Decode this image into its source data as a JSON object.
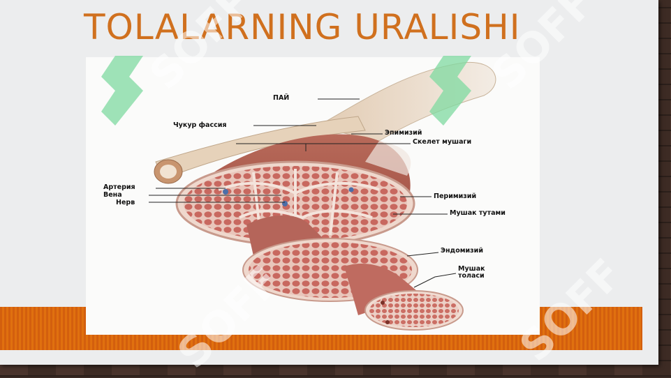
{
  "slide": {
    "title": "TOLALARNING URALISHI",
    "colors": {
      "title": "#d0701e",
      "band": "#e0700f",
      "background": "#ecedee"
    }
  },
  "diagram": {
    "labels": {
      "pay": "ПАЙ",
      "chukur_fassiya": "Чукур фассия",
      "epimiziy": "Эпимизий",
      "skelet_mushagi": "Скелет мушаги",
      "arteriya": "Артерия",
      "vena": "Вена",
      "nerv": "Нерв",
      "perimiziy": "Перимизий",
      "mushak_tutami": "Мушак тутами",
      "endomiziy": "Эндомизий",
      "mushak_tolasi_1": "Мушак",
      "mushak_tolasi_2": "толаси"
    }
  },
  "watermark": {
    "text": "SOFF",
    "icon": "soff-logo-icon"
  }
}
